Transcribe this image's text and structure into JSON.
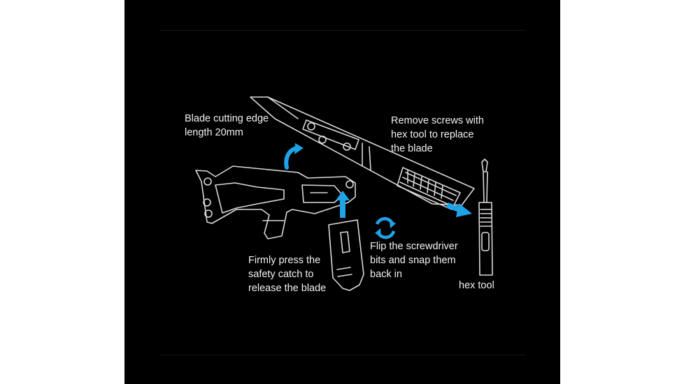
{
  "labels": {
    "blade": {
      "line1": "Blade cutting edge",
      "line2": "length 20mm"
    },
    "screws": {
      "line1": "Remove screws with",
      "line2": "hex tool to replace",
      "line3": "the blade"
    },
    "safety": {
      "line1": "Firmly press the",
      "line2": "safety catch to",
      "line3": "release the blade"
    },
    "flip": {
      "line1": "Flip the screwdriver",
      "line2": "bits and snap them",
      "line3": "back in"
    },
    "hex": "hex tool"
  },
  "colors": {
    "background": "#000000",
    "outline": "#d9d9d9",
    "accent": "#1fa3e8",
    "text": "#f2f2f2"
  },
  "icons": [
    "curved-arrow-icon",
    "up-arrow-icon",
    "rotate-arrows-icon",
    "right-arrow-icon"
  ]
}
